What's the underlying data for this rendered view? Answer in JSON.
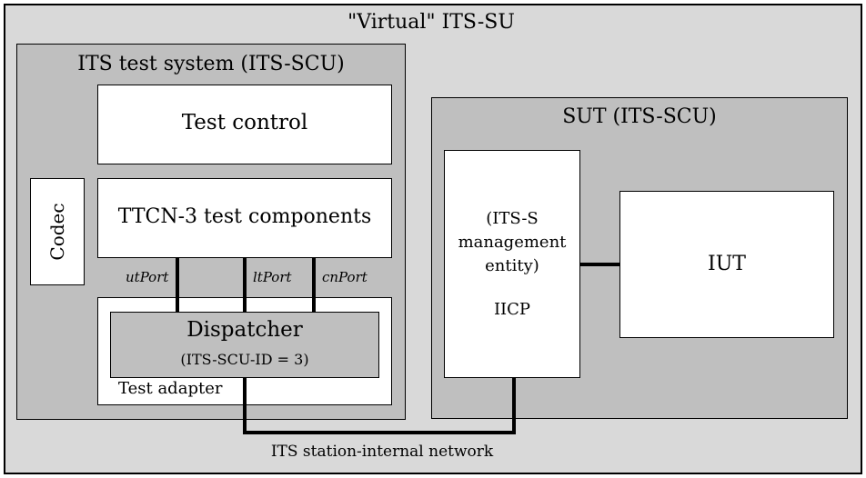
{
  "outer": {
    "title": "\"Virtual\" ITS-SU"
  },
  "test_system": {
    "title": "ITS test system (ITS-SCU)",
    "test_control": "Test control",
    "ttcn3": "TTCN-3 test components",
    "codec": "Codec",
    "ports": [
      "utPort",
      "ltPort",
      "cnPort"
    ],
    "dispatcher": "Dispatcher",
    "dispatcher_id": "(ITS-SCU-ID = 3)",
    "test_adapter": "Test adapter"
  },
  "sut": {
    "title": "SUT (ITS-SCU)",
    "mgmt_line1": "(ITS-S",
    "mgmt_line2": "management",
    "mgmt_line3": "entity)",
    "iicp": "IICP",
    "iut": "IUT"
  },
  "network": {
    "label": "ITS station-internal network"
  },
  "colors": {
    "outer_fill": "#d9d9d9",
    "inner_fill": "#bfbfbf",
    "box_fill": "#ffffff",
    "line": "#000000"
  }
}
